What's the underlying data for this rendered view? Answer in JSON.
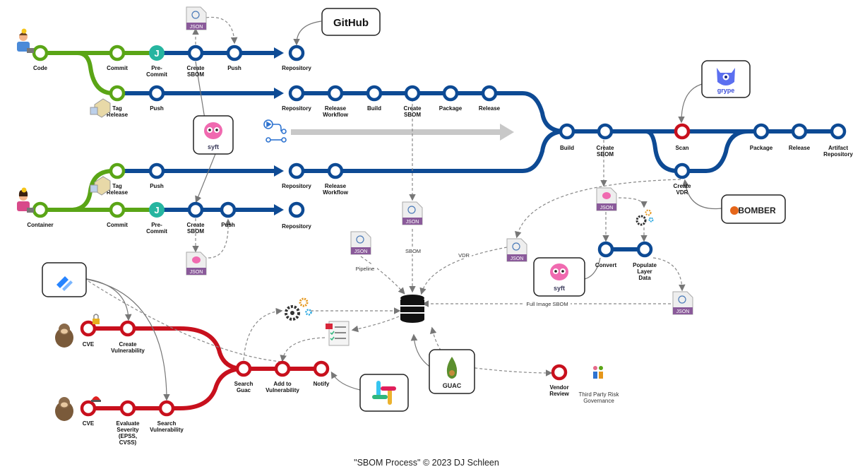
{
  "footer": "\"SBOM Process\" © 2023 DJ Schleen",
  "colors": {
    "green": "#5aa516",
    "blue": "#0d4a94",
    "red": "#c8101d",
    "teal": "#26b5a0",
    "gray": "#c8c8c8",
    "dash": "#888888"
  },
  "tools": {
    "github": "GitHub",
    "grype": "grype",
    "bomber": "BOMBER",
    "syft": "syft",
    "guac": "GUAC",
    "json": "JSON"
  },
  "icons": [
    "developer-icon",
    "ops-icon",
    "lightbulb-icon",
    "tag-icon",
    "git-hooks-icon",
    "json-file-icon",
    "github-actions-icon",
    "gear-icon",
    "database-icon",
    "jira-icon",
    "slack-icon",
    "checklist-icon",
    "monkey-icon",
    "siren-icon",
    "lock-icon",
    "org-icon"
  ],
  "labels": {
    "code": "Code",
    "commit1": "Commit",
    "precommit1": "Pre-\nCommit",
    "create_sbom1": "Create\nSBOM",
    "push1": "Push",
    "repository1": "Repository",
    "tag_release1": "Tag\nRelease",
    "push2": "Push",
    "repository2": "Repository",
    "release_workflow2": "Release\nWorkflow",
    "build2": "Build",
    "create_sbom2": "Create\nSBOM",
    "package2": "Package",
    "release2": "Release",
    "build_main": "Build",
    "create_sbom_main": "Create\nSBOM",
    "scan": "Scan",
    "package_main": "Package",
    "release_main": "Release",
    "artifact_repo": "Artifact\nRepository",
    "create_vdr": "Create\nVDR",
    "tag_release3": "Tag\nRelease",
    "push3": "Push",
    "repository3": "Repository",
    "release_workflow3": "Release\nWorkflow",
    "container": "Container",
    "commit4": "Commit",
    "precommit4": "Pre-\nCommit",
    "create_sbom4": "Create\nSBOM",
    "push4": "Push",
    "repository4": "Repository",
    "convert": "Convert",
    "populate_layer": "Populate\nLayer\nData",
    "cve1": "CVE",
    "create_vuln": "Create\nVulnerability",
    "cve2": "CVE",
    "evaluate_severity": "Evaluate\nSeverity\n(EPSS,\nCVSS)",
    "search_vuln": "Search\nVulnerability",
    "search_guac": "Search\nGuac",
    "add_to_vuln": "Add to\nVulnerability",
    "notify": "Notify",
    "vendor_review": "Vendor\nReview",
    "third_party": "Third Party Risk\nGovernance"
  },
  "edge_labels": {
    "sbom": "SBOM",
    "pipeline": "Pipeline",
    "vdr": "VDR",
    "full_image_sbom": "Full Image SBOM"
  }
}
